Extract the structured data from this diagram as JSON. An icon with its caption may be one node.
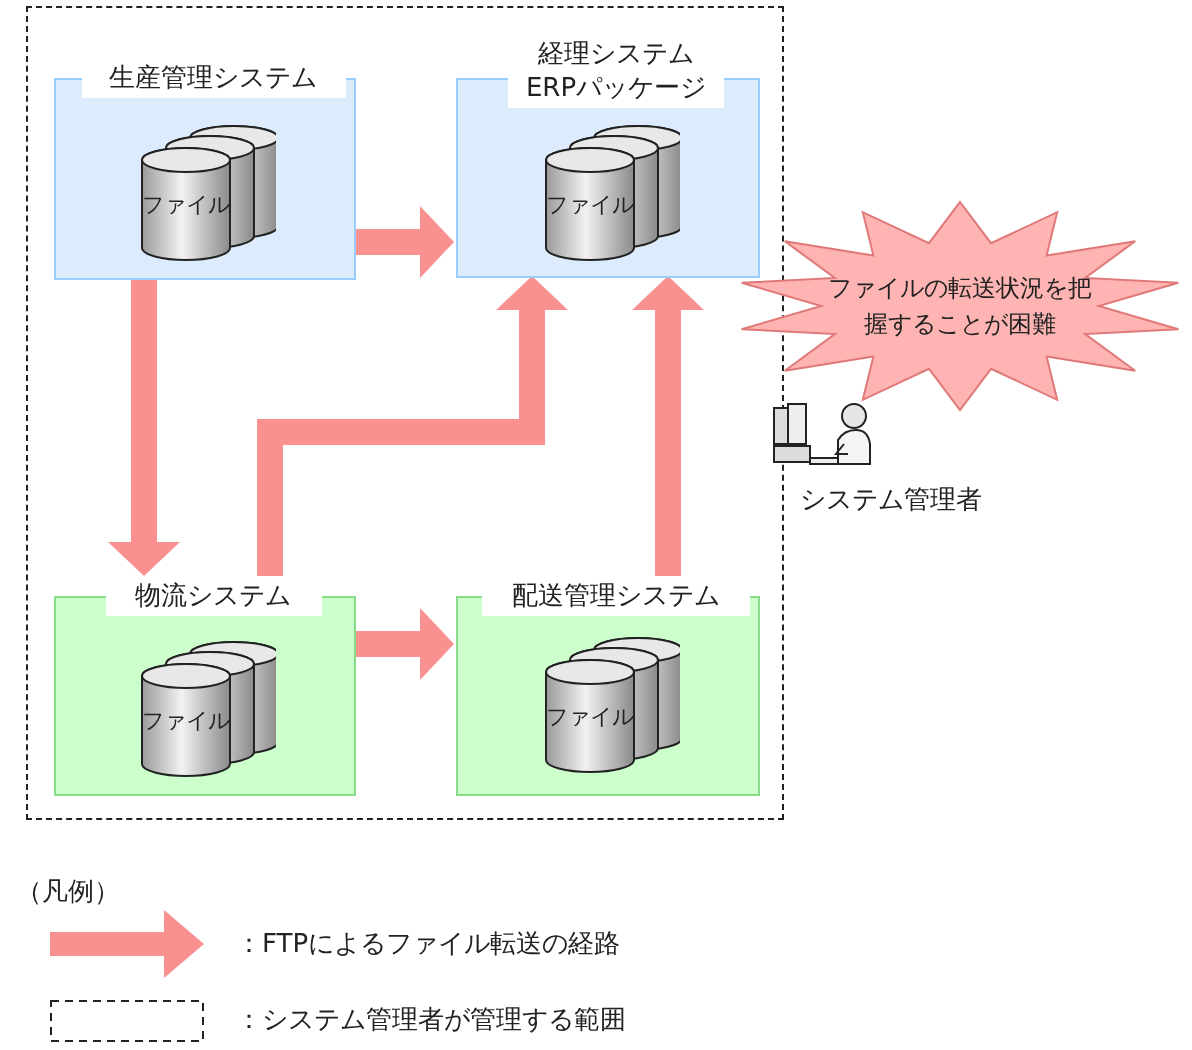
{
  "diagram": {
    "nodes": [
      {
        "text": [],
        "shape": "box"
      },
      {
        "text": [
          "生産管理システム"
        ],
        "in": 0
      },
      {
        "text": [
          "ファイル"
        ],
        "in": 1
      },
      {
        "text": [
          "経理システム ERPパッケージ"
        ],
        "in": 0
      },
      {
        "text": [
          "ファイル"
        ],
        "in": 3
      },
      {
        "text": [
          "物流システム"
        ],
        "in": 0
      },
      {
        "text": [
          "ファイル"
        ],
        "in": 5
      },
      {
        "text": [
          "配送管理システム"
        ],
        "in": 0
      },
      {
        "text": [
          "ファイル"
        ],
        "in": 7
      },
      {
        "text": [
          "ファイルの転送状況を把握することが困難"
        ]
      },
      {
        "text": [],
        "shape": "person",
        "beside": [
          "システム管理者"
        ]
      }
    ],
    "edges": [
      {
        "from": 1,
        "to": 3,
        "arrow": "to"
      },
      {
        "from": 1,
        "to": 5,
        "arrow": "to"
      },
      {
        "from": 5,
        "to": 3,
        "arrow": "to"
      },
      {
        "from": 5,
        "to": 7,
        "arrow": "to"
      },
      {
        "from": 7,
        "to": 3,
        "arrow": "to"
      }
    ],
    "labels": [
      "（凡例）"
    ],
    "legend": [
      {
        "text": "：FTPによるファイル転送の経路"
      },
      {
        "text": "：システム管理者が管理する範囲"
      }
    ]
  }
}
